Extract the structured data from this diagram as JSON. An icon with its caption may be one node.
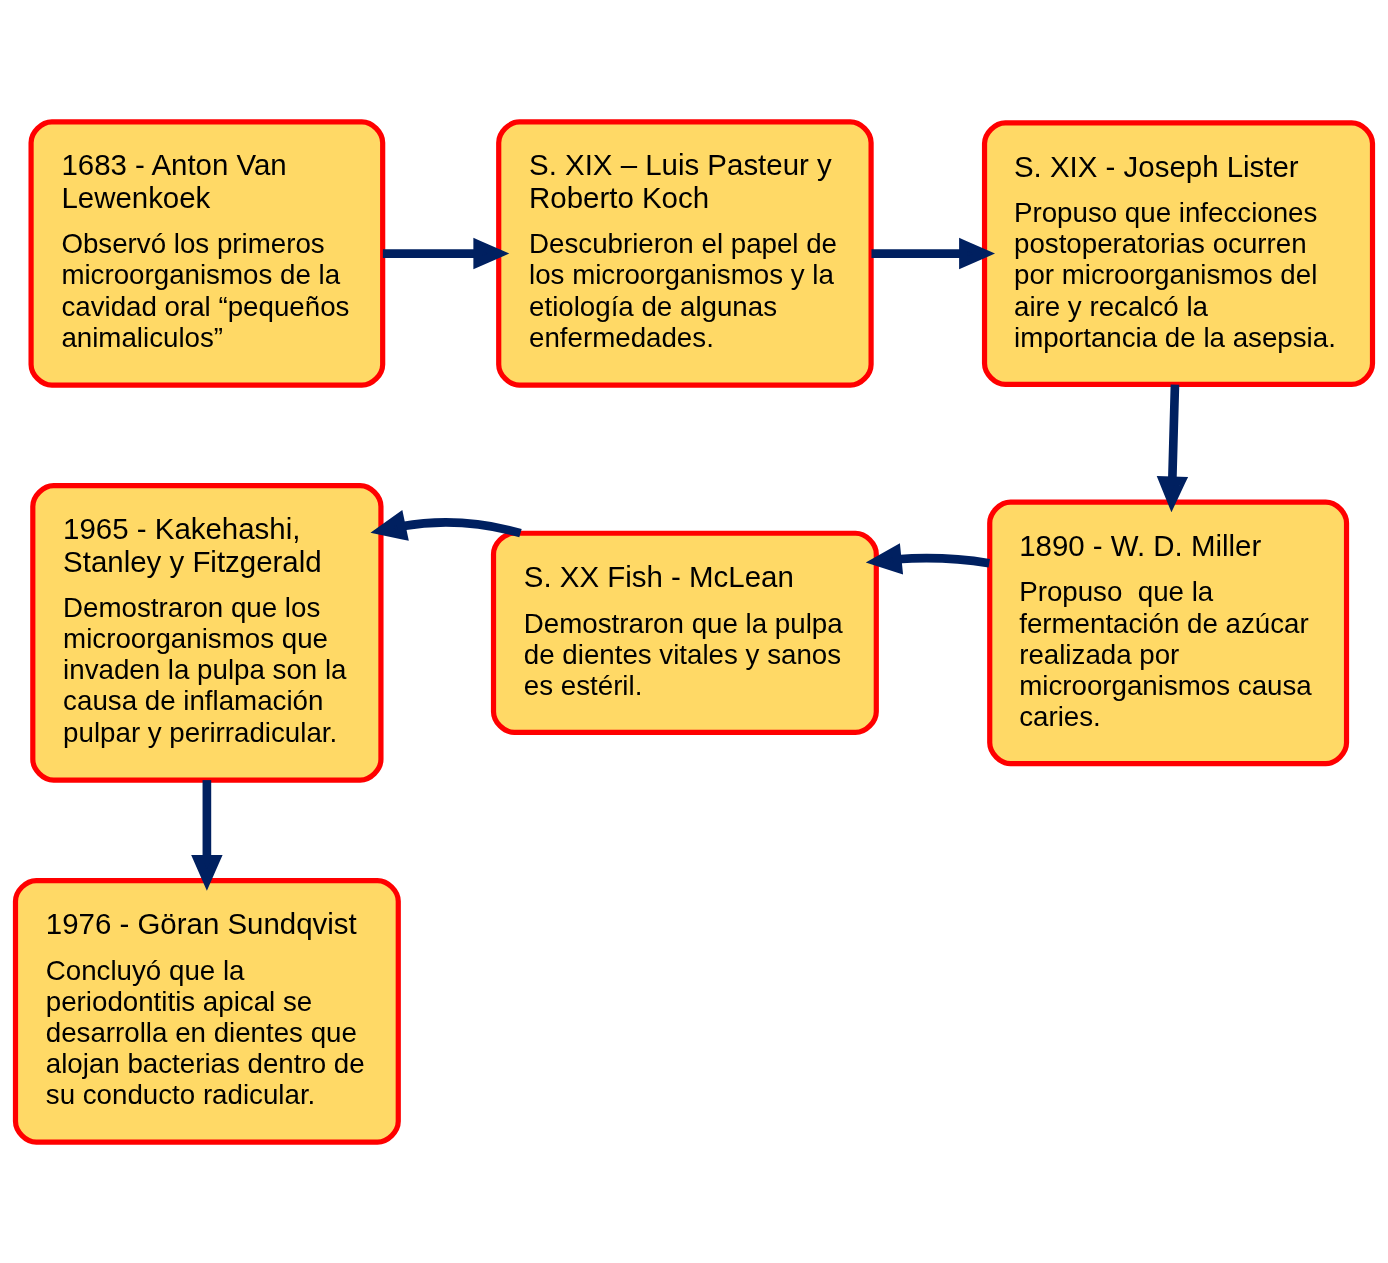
{
  "diagram": {
    "nodes": [
      {
        "text": [
          "1683 - Anton Van Lewenkoek",
          "Observó los primeros microorganismos de la cavidad oral “pequeños animaliculos”"
        ]
      },
      {
        "text": [
          "S. XIX – Luis Pasteur y Roberto Koch",
          "Descubrieron el papel de los microorganismos y la etiología de algunas enfermedades."
        ]
      },
      {
        "text": [
          "S. XIX - Joseph Lister",
          "Propuso que infecciones postoperatorias ocurren por microorganismos del aire y recalcó la importancia de la asepsia."
        ]
      },
      {
        "text": [
          "1890 - W. D. Miller",
          "Propuso  que la fermentación de azúcar realizada por microorganismos causa caries."
        ]
      },
      {
        "text": [
          "S. XX Fish - McLean",
          "Demostraron que la pulpa de dientes vitales y sanos es estéril."
        ]
      },
      {
        "text": [
          "1965 - Kakehashi, Stanley y Fitzgerald",
          "Demostraron que los microorganismos que invaden la pulpa son la causa de inflamación pulpar y perirradicular."
        ]
      },
      {
        "text": [
          "1976 - Göran Sundqvist",
          "Concluyó que la periodontitis apical se desarrolla en dientes que alojan bacterias dentro de su conducto radicular."
        ]
      }
    ],
    "edges": [
      {
        "from": 0,
        "to": 1,
        "arrow": "to"
      },
      {
        "from": 1,
        "to": 2,
        "arrow": "to"
      },
      {
        "from": 2,
        "to": 3,
        "arrow": "to"
      },
      {
        "from": 3,
        "to": 4,
        "arrow": "to"
      },
      {
        "from": 4,
        "to": 5,
        "arrow": "to"
      },
      {
        "from": 5,
        "to": 6,
        "arrow": "to"
      }
    ]
  }
}
